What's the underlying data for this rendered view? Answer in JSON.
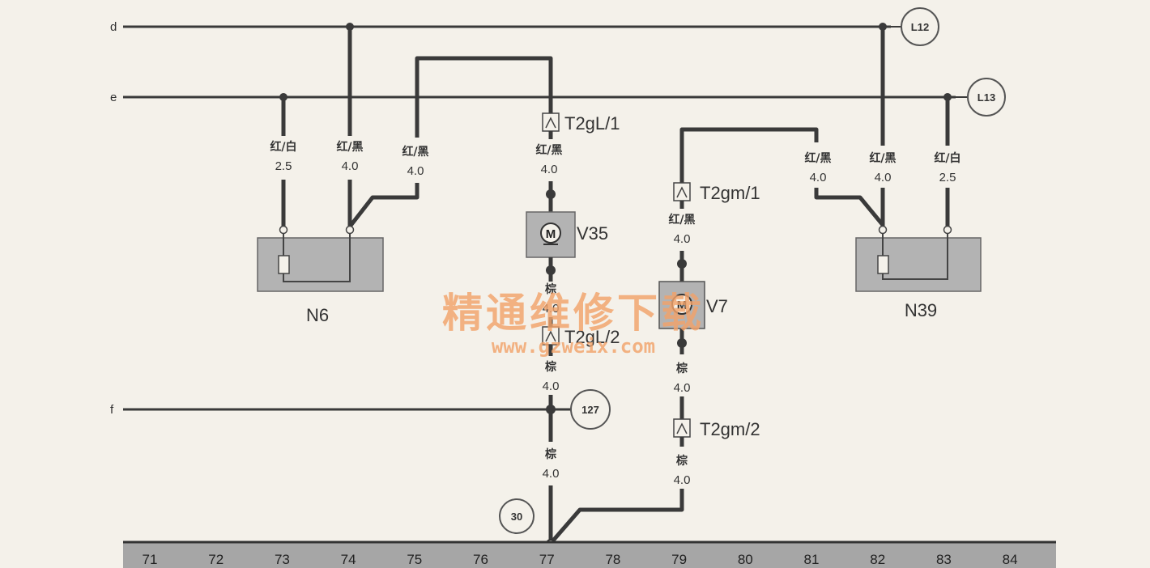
{
  "buses": {
    "d": "d",
    "e": "e",
    "f": "f"
  },
  "refs": {
    "l12": "L12",
    "l13": "L13",
    "r127": "127",
    "r30": "30"
  },
  "wires": {
    "n6_left": {
      "color": "红/白",
      "size": "2.5"
    },
    "n6_right": {
      "color": "红/黑",
      "size": "4.0"
    },
    "n6_jump": {
      "color": "红/黑",
      "size": "4.0"
    },
    "v35_top": {
      "color": "红/黑",
      "size": "4.0"
    },
    "v35_bot": {
      "color": "棕",
      "size": "4.0"
    },
    "v35_gnd": {
      "color": "棕",
      "size": "4.0"
    },
    "v7_top": {
      "color": "红/黑",
      "size": "4.0"
    },
    "v7_bot": {
      "color": "棕",
      "size": "4.0"
    },
    "v7_gnd": {
      "color": "棕",
      "size": "4.0"
    },
    "n39_jump": {
      "color": "红/黑",
      "size": "4.0"
    },
    "n39_left": {
      "color": "红/黑",
      "size": "4.0"
    },
    "n39_right": {
      "color": "红/白",
      "size": "2.5"
    }
  },
  "connectors": {
    "t2gl1": "T2gL/1",
    "t2gl2": "T2gL/2",
    "t2gm1": "T2gm/1",
    "t2gm2": "T2gm/2"
  },
  "components": {
    "n6": "N6",
    "n39": "N39",
    "v35": "V35",
    "v7": "V7",
    "motor_symbol": "M"
  },
  "watermark": {
    "text": "精通维修下载",
    "url": "www.gzweix.com"
  },
  "scale": [
    "71",
    "72",
    "73",
    "74",
    "75",
    "76",
    "77",
    "78",
    "79",
    "80",
    "81",
    "82",
    "83",
    "84"
  ],
  "colors": {
    "wire": "#3a3a3a",
    "component_fill": "#b3b3b3",
    "watermark": "#f2a36b"
  }
}
